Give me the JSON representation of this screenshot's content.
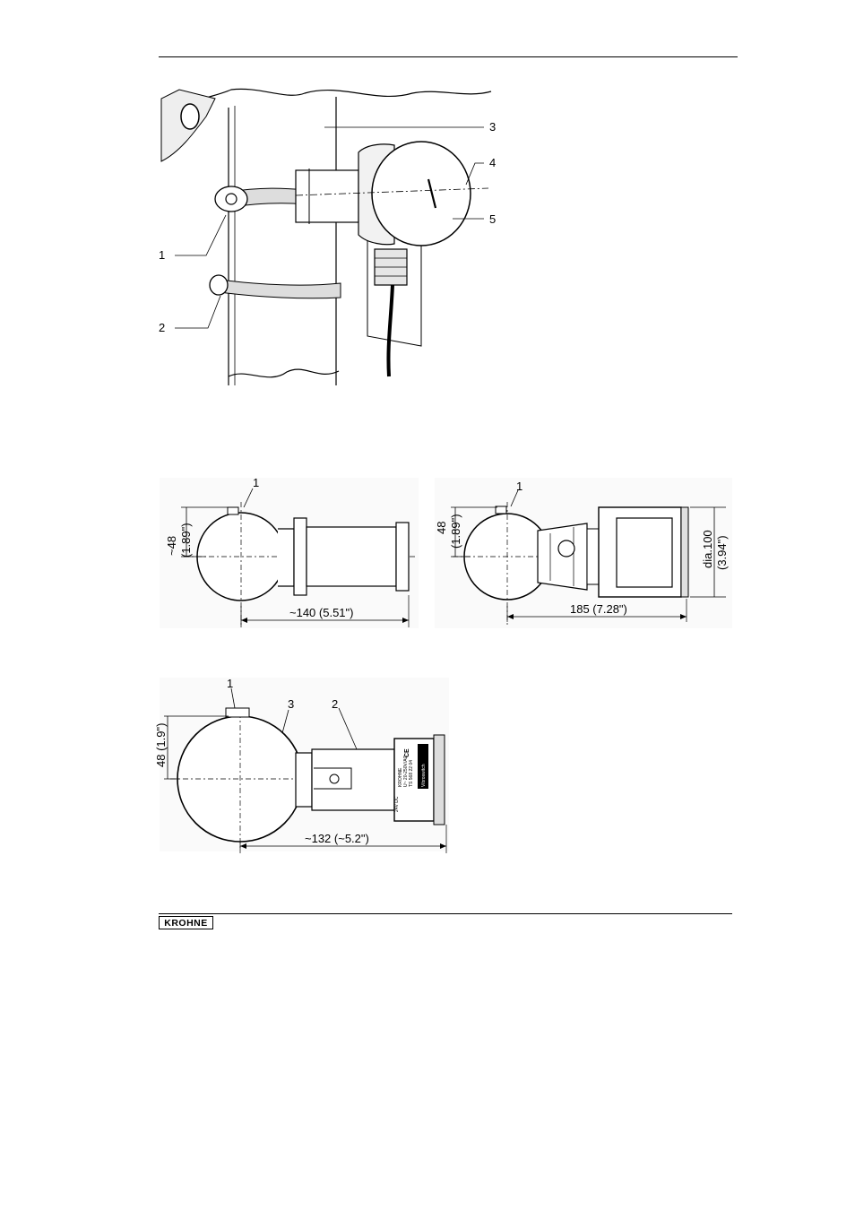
{
  "logo": {
    "text": "KROHNE"
  },
  "figure1": {
    "callouts": [
      "1",
      "2",
      "3",
      "4",
      "5"
    ]
  },
  "figure2": {
    "callout": "1",
    "dim_height": "~48",
    "dim_height_in": "(1.89\")",
    "dim_length": "~140 (5.51\")"
  },
  "figure3": {
    "callout": "1",
    "dim_height": "48",
    "dim_height_in": "(1.89\")",
    "dim_length": "185 (7.28\")",
    "dim_dia": "dia.100",
    "dim_dia_in": "(3.94\")"
  },
  "figure4": {
    "callouts": [
      "1",
      "3",
      "2"
    ],
    "dim_height": "48 (1.9\")",
    "dim_length": "~132 (~5.2\")",
    "nameplate_lines": [
      "Vibroswitch",
      "TS 568 22 04",
      "U~ 20-250V/AC",
      "KROHNE",
      "24V DC"
    ]
  }
}
